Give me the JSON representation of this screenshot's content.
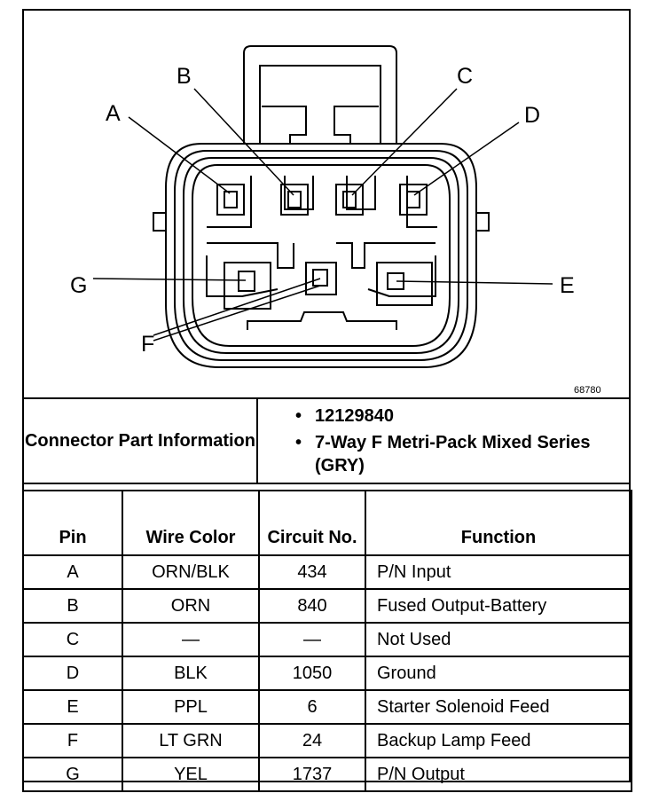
{
  "figure_number": "68780",
  "pin_labels": [
    "A",
    "B",
    "C",
    "D",
    "E",
    "F",
    "G"
  ],
  "connector_info": {
    "label": "Connector Part Information",
    "values": [
      "12129840",
      "7-Way F Metri-Pack Mixed Series (GRY)"
    ]
  },
  "table": {
    "headers": {
      "pin": "Pin",
      "wire_color": "Wire Color",
      "circuit": "Circuit No.",
      "function": "Function"
    },
    "rows": [
      {
        "pin": "A",
        "wire_color": "ORN/BLK",
        "circuit": "434",
        "function": "P/N Input"
      },
      {
        "pin": "B",
        "wire_color": "ORN",
        "circuit": "840",
        "function": "Fused Output-Battery"
      },
      {
        "pin": "C",
        "wire_color": "—",
        "circuit": "—",
        "function": "Not Used"
      },
      {
        "pin": "D",
        "wire_color": "BLK",
        "circuit": "1050",
        "function": "Ground"
      },
      {
        "pin": "E",
        "wire_color": "PPL",
        "circuit": "6",
        "function": "Starter Solenoid Feed"
      },
      {
        "pin": "F",
        "wire_color": "LT GRN",
        "circuit": "24",
        "function": "Backup Lamp Feed"
      },
      {
        "pin": "G",
        "wire_color": "YEL",
        "circuit": "1737",
        "function": "P/N Output"
      }
    ]
  }
}
